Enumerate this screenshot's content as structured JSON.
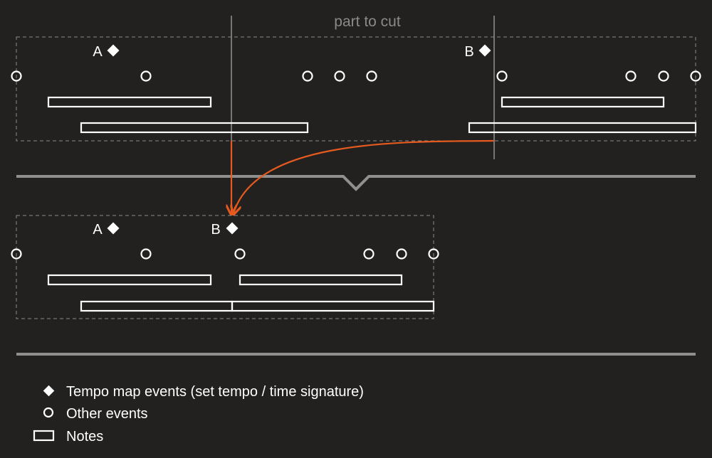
{
  "caption": "part to cut",
  "top": {
    "tempo_markers": [
      {
        "label": "A"
      },
      {
        "label": "B"
      }
    ]
  },
  "bottom": {
    "tempo_markers": [
      {
        "label": "A"
      },
      {
        "label": "B"
      }
    ]
  },
  "legend": {
    "items": [
      {
        "icon": "diamond-icon",
        "label": "Tempo map events (set tempo / time signature)"
      },
      {
        "icon": "circle-icon",
        "label": "Other events"
      },
      {
        "icon": "rectangle-icon",
        "label": "Notes"
      }
    ]
  },
  "colors": {
    "background": "#222120",
    "arrow": "#e55a1f",
    "foreground": "#ffffff",
    "guides": "#8f8f8f"
  }
}
